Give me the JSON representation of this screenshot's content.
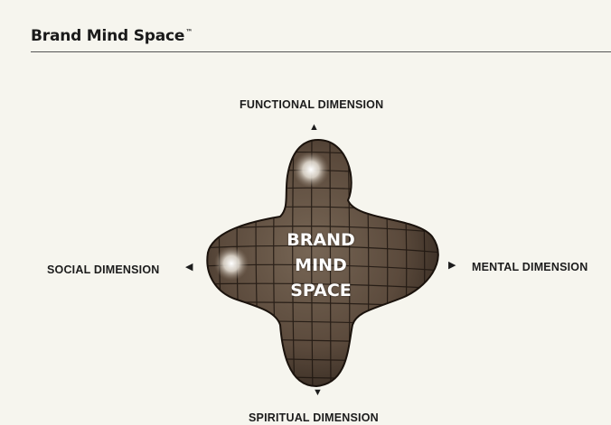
{
  "header": {
    "title": "Brand Mind Space",
    "trademark": "™"
  },
  "diagram": {
    "dimensions": {
      "top": "FUNCTIONAL DIMENSION",
      "left": "SOCIAL DIMENSION",
      "right": "MENTAL DIMENSION",
      "bottom": "SPIRITUAL DIMENSION"
    },
    "center_lines": [
      "BRAND",
      "MIND",
      "SPACE"
    ],
    "arrows": {
      "up": "▲",
      "left": "◀",
      "right": "▶",
      "down": "▼"
    },
    "colors": {
      "shape": "#5b4a3c",
      "grid": "#1e1610",
      "highlight": "#f4f1ea"
    }
  }
}
